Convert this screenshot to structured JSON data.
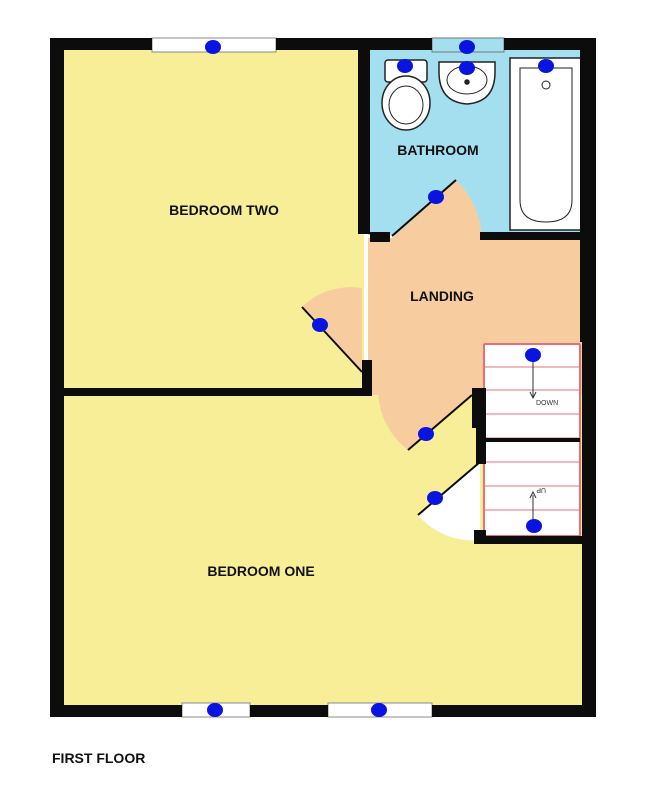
{
  "rooms": {
    "bedroom_two": "BEDROOM TWO",
    "bathroom": "BATHROOM",
    "landing": "LANDING",
    "bedroom_one": "BEDROOM ONE"
  },
  "stairs": {
    "down": "DOWN",
    "up": "UP"
  },
  "floor_label": "FIRST FLOOR",
  "colors": {
    "bedroom": "#f8ee98",
    "bathroom": "#a4dff0",
    "landing": "#f7cda0",
    "wall": "#0c0c0c",
    "marker": "#0a14e0",
    "stair_outline": "#e5707a"
  },
  "icons": [
    "toilet-icon",
    "washbasin-icon",
    "bathtub-icon",
    "door-swing-icon",
    "window-icon",
    "marker-dot-icon"
  ]
}
